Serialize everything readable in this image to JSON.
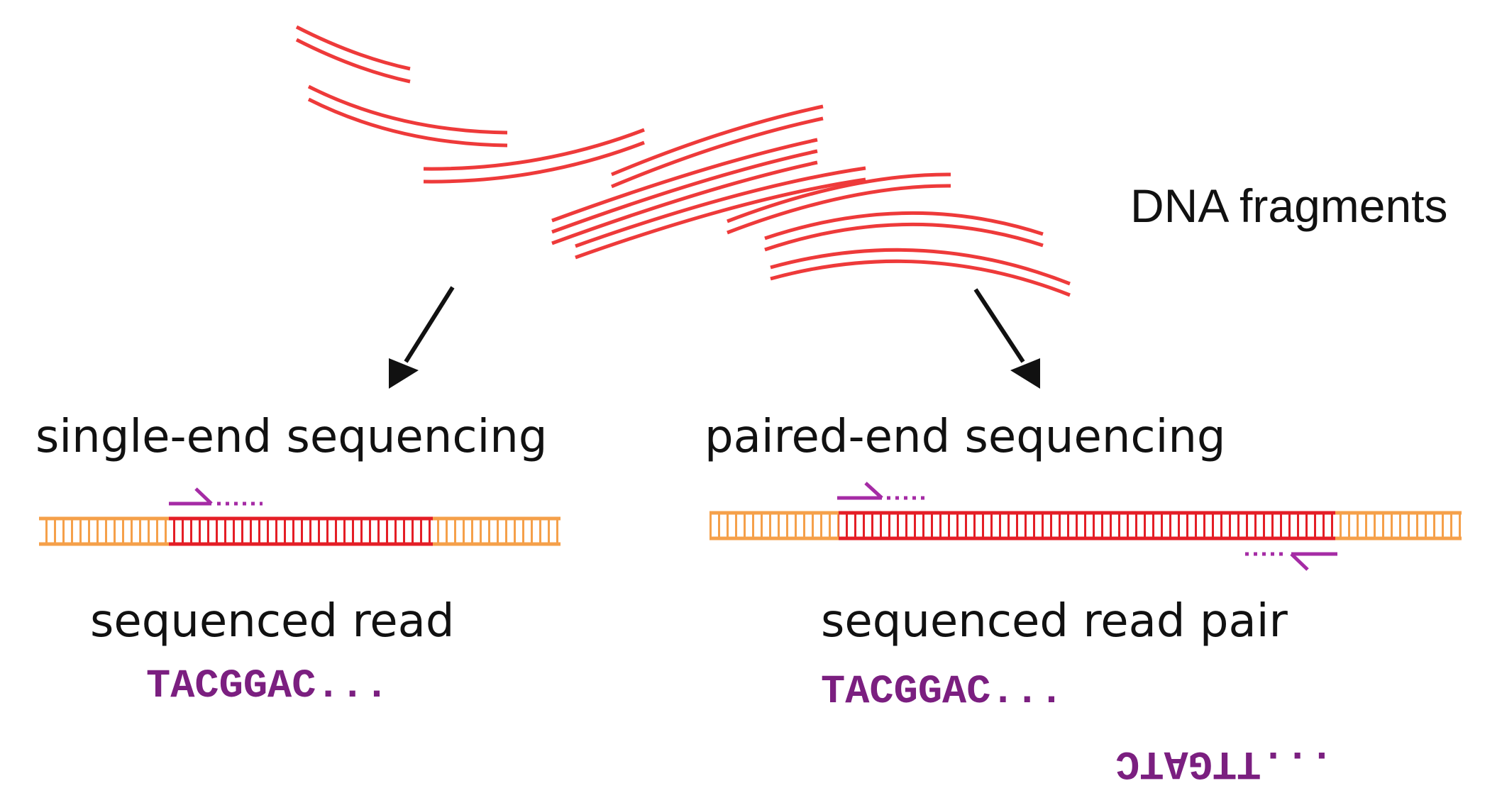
{
  "labels": {
    "fragments": "DNA fragments",
    "single_title": "single-end sequencing",
    "paired_title": "paired-end sequencing",
    "single_read_label": "sequenced read",
    "paired_read_label": "sequenced read pair"
  },
  "sequences": {
    "single_read": "TACGGAC...",
    "paired_forward": "TACGGAC...",
    "paired_reverse": "...TTGATC"
  },
  "colors": {
    "fragment": "#ee3a3a",
    "adapter": "#f5a04a",
    "insert": "#e41e26",
    "primer": "#a52ba5",
    "sequence_text": "#7b1f80",
    "arrow": "#111111"
  }
}
